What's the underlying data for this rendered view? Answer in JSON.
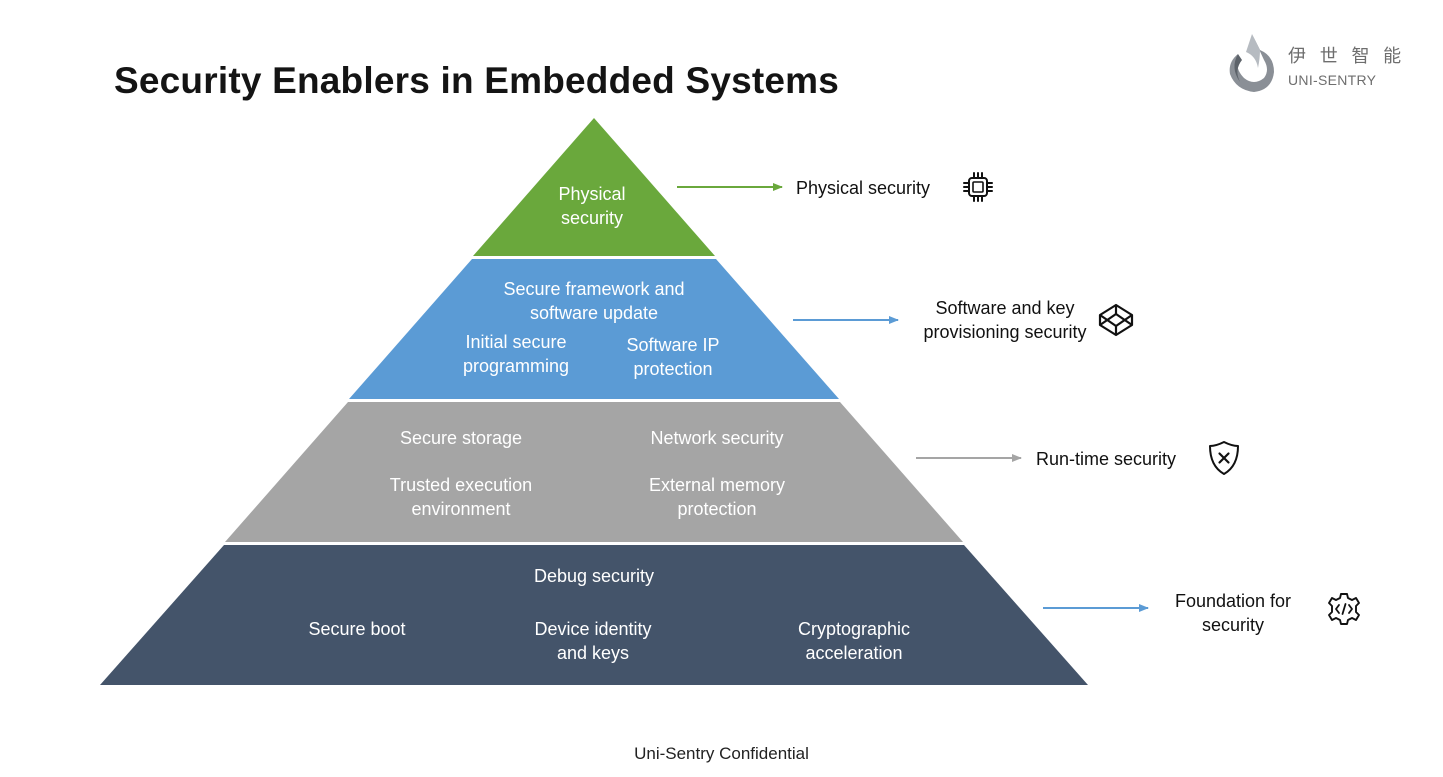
{
  "title": "Security Enablers in Embedded Systems",
  "logo": {
    "chinese": "伊 世 智 能",
    "english": "UNI-SENTRY"
  },
  "colors": {
    "physical": "#6aa83c",
    "software": "#5b9bd5",
    "runtime": "#a5a5a5",
    "foundation": "#44546a",
    "arrow_green": "#6aa83c",
    "arrow_blue": "#5b9bd5",
    "arrow_gray": "#a5a5a5"
  },
  "layers": [
    {
      "id": "physical",
      "items": [
        "Physical security"
      ],
      "side_label": "Physical security",
      "icon": "chip-icon"
    },
    {
      "id": "software",
      "items": [
        "Secure framework and software update",
        "Initial secure programming",
        "Software IP protection"
      ],
      "side_label": "Software and key provisioning security",
      "icon": "codepen-cube-icon"
    },
    {
      "id": "runtime",
      "items": [
        "Secure storage",
        "Network security",
        "Trusted execution environment",
        "External memory protection"
      ],
      "side_label": "Run-time security",
      "icon": "shield-x-icon"
    },
    {
      "id": "foundation",
      "items": [
        "Debug security",
        "Secure boot",
        "Device identity and keys",
        "Cryptographic acceleration"
      ],
      "side_label": "Foundation for security",
      "icon": "gear-code-icon"
    }
  ],
  "footer": "Uni-Sentry Confidential"
}
